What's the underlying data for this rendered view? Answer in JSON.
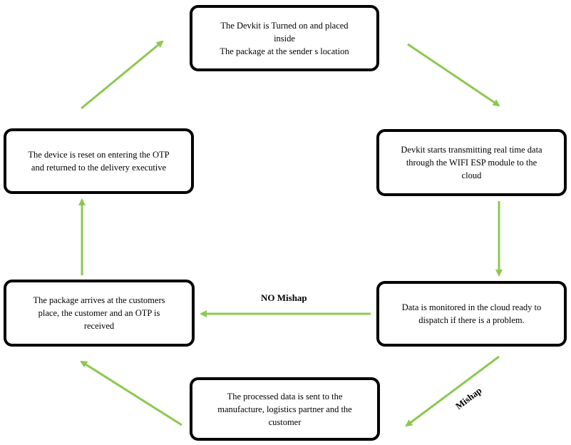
{
  "nodes": {
    "devkit_on": "The Devkit is Turned  on and placed\ninside\nThe package at the sender s location",
    "devkit_transmit": "Devkit starts transmitting real time data\nthrough the WIFI ESP module to the\ncloud",
    "data_monitored": "Data is monitored in the cloud ready to\ndispatch if there is a problem.",
    "processed_data": "The processed data is sent to the\nmanufacture, logistics partner and the\ncustomer",
    "package_arrives": "The package arrives at the customers\nplace, the customer  and an OTP is\nreceived",
    "device_reset": "The device is reset on entering the OTP\nand returned to the delivery executive"
  },
  "edge_labels": {
    "no_mishap": "NO Mishap",
    "mishap": "Mishap"
  },
  "colors": {
    "arrow": "#8cc850",
    "border": "#000000",
    "text": "#000000"
  }
}
